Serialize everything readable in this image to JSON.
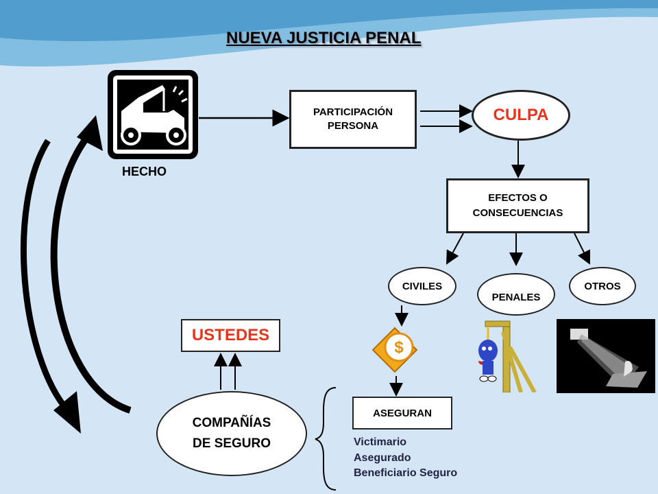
{
  "title": "NUEVA JUSTICIA PENAL",
  "hecho": "HECHO",
  "participacion": "PARTICIPACIÓN PERSONA",
  "culpa": "CULPA",
  "efectos": "EFECTOS O CONSECUENCIAS",
  "civiles": "CIVILES",
  "penales": "PENALES",
  "otros": "OTROS",
  "ustedes": "USTEDES",
  "companias": "COMPAÑÍAS DE SEGURO",
  "aseguran": "ASEGURAN",
  "roles": [
    "Victimario",
    "Asegurado",
    "Beneficiario Seguro"
  ],
  "icons": {
    "hecho": "tow-truck-icon",
    "civiles": "dollar-coin-icon",
    "penales": "hangman-icon",
    "otros": "spotlight-prisoner-icon"
  },
  "colors": {
    "culpa": "#e8341c",
    "ustedes": "#e8341c",
    "roles": "#222244"
  }
}
